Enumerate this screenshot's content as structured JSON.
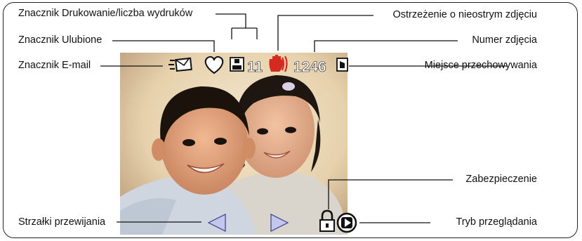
{
  "labels": {
    "print_tag": "Znacznik Drukowanie/liczba wydruków",
    "favorite_tag": "Znacznik Ulubione",
    "email_tag": "Znacznik E-mail",
    "blur_warning": "Ostrzeżenie o nieostrym zdjęciu",
    "picture_number": "Numer zdjęcia",
    "storage_location": "Miejsce przechowywania",
    "protect": "Zabezpieczenie",
    "review_mode": "Tryb przeglądania",
    "scroll_arrows": "Strzałki przewijania"
  },
  "overlay": {
    "print_count": "11",
    "picture_number": "1246"
  },
  "colors": {
    "frame": "#222222",
    "leader": "#111111",
    "arrow_fill": "#c3c6ee",
    "blur_icon": "#d42a1f",
    "icon_white": "#ffffff",
    "icon_black": "#111111"
  },
  "icons": {
    "email": "envelope-icon",
    "favorite": "heart-icon",
    "print": "printer-icon",
    "blur": "hand-icon",
    "storage": "memory-card-icon",
    "protect": "padlock-icon",
    "review": "play-icon",
    "scroll": "triangle-arrow-icon"
  }
}
